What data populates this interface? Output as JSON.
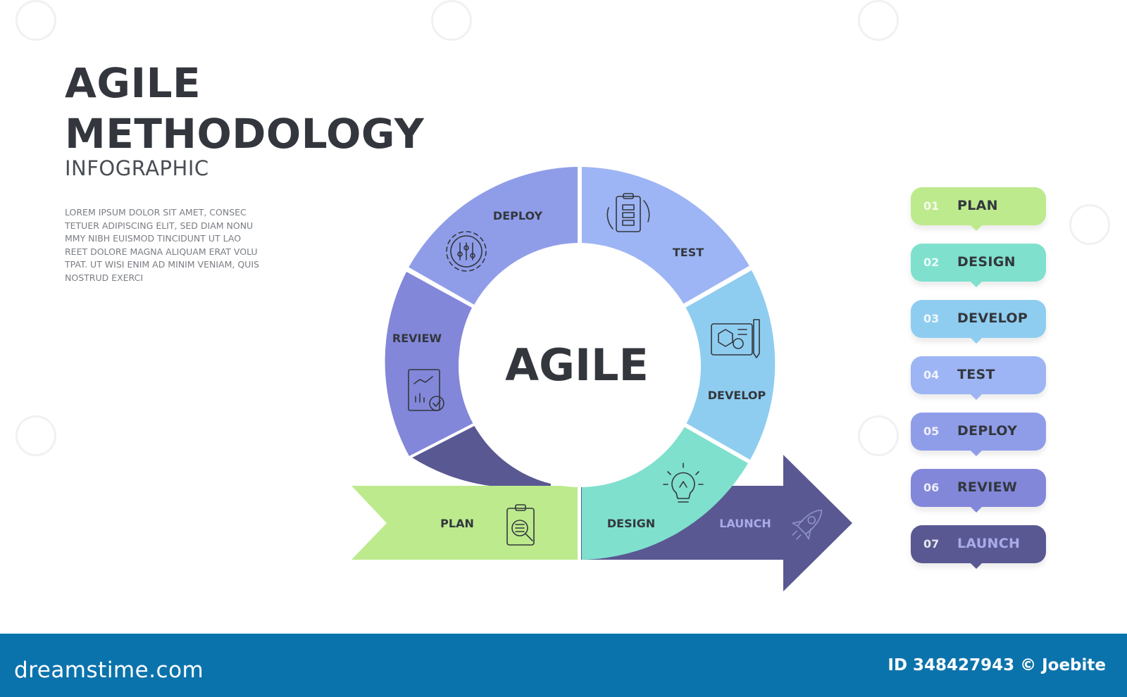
{
  "header": {
    "title_line1": "AGILE",
    "title_line2": "METHODOLOGY",
    "subtitle": "INFOGRAPHIC",
    "body_lines": [
      "LOREM IPSUM DOLOR SIT AMET, CONSEC",
      "TETUER ADIPISCING ELIT, SED DIAM NONU",
      "MMY NIBH EUISMOD TINCIDUNT UT LAO",
      "REET DOLORE MAGNA ALIQUAM ERAT VOLU",
      "TPAT. UT WISI ENIM AD MINIM VENIAM, QUIS",
      "NOSTRUD EXERCI"
    ]
  },
  "diagram": {
    "center": "AGILE",
    "segments": [
      {
        "label": "PLAN",
        "icon": "clipboard-search-icon",
        "color": "#bdea8d"
      },
      {
        "label": "DESIGN",
        "icon": "lightbulb-icon",
        "color": "#7fe0cd"
      },
      {
        "label": "DEVELOP",
        "icon": "blueprint-icon",
        "color": "#8fcdf0"
      },
      {
        "label": "TEST",
        "icon": "cycle-checklist-icon",
        "color": "#9db5f4"
      },
      {
        "label": "DEPLOY",
        "icon": "gear-sliders-icon",
        "color": "#8f9de9"
      },
      {
        "label": "REVIEW",
        "icon": "report-check-icon",
        "color": "#8287da"
      },
      {
        "label": "LAUNCH",
        "icon": "rocket-icon",
        "color": "#5a5892"
      }
    ]
  },
  "legend": [
    {
      "num": "01",
      "label": "PLAN",
      "color": "#bdea8d"
    },
    {
      "num": "02",
      "label": "DESIGN",
      "color": "#7fe0cd"
    },
    {
      "num": "03",
      "label": "DEVELOP",
      "color": "#8fcdf0"
    },
    {
      "num": "04",
      "label": "TEST",
      "color": "#9db5f4"
    },
    {
      "num": "05",
      "label": "DEPLOY",
      "color": "#8f9de9"
    },
    {
      "num": "06",
      "label": "REVIEW",
      "color": "#8287da"
    },
    {
      "num": "07",
      "label": "LAUNCH",
      "color": "#5a5892"
    }
  ],
  "footer": {
    "brand": "dreamstime.com",
    "id_text": "ID 348427943 © Joebite"
  }
}
